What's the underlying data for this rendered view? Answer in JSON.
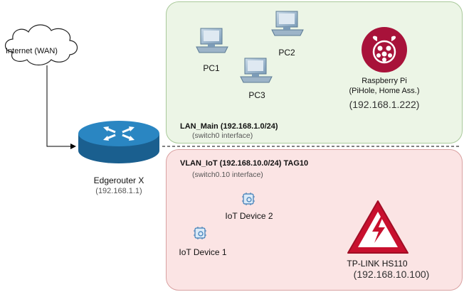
{
  "internet": {
    "label": "Internet (WAN)"
  },
  "router": {
    "name": "Edgerouter X",
    "ip": "(192.168.1.1)"
  },
  "lan": {
    "title": "LAN_Main (192.168.1.0/24)",
    "subtitle": "(switch0 interface)",
    "pcs": [
      "PC1",
      "PC2",
      "PC3"
    ],
    "pi": {
      "name": "Raspberry Pi",
      "services": "(PiHole, Home Ass.)",
      "ip": "(192.168.1.222)"
    }
  },
  "iot": {
    "title": "VLAN_IoT  (192.168.10.0/24) TAG10",
    "subtitle": "(switch0.10 interface)",
    "devices": [
      "IoT Device 1",
      "IoT Device 2"
    ],
    "plug": {
      "name": "TP-LINK HS110",
      "ip": "(192.168.10.100)"
    }
  },
  "colors": {
    "lan_fill": "#ecf5e6",
    "iot_fill": "#fbe4e4",
    "router": "#1f6fa3",
    "pi_badge": "#a8123a",
    "warning": "#c8102e"
  }
}
